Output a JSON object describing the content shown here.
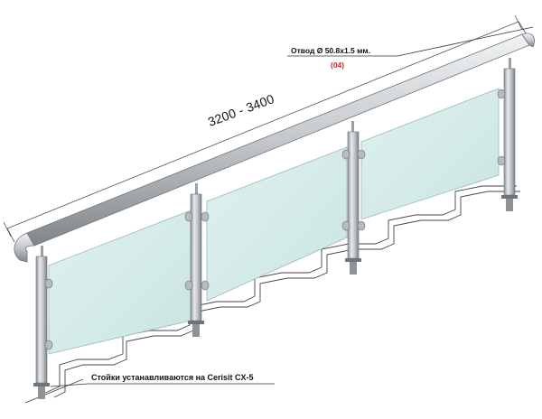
{
  "dimension": {
    "span_label": "3200 - 3400"
  },
  "callouts": {
    "elbow_label": "Отвод Ø 50.8x1.5 мм.",
    "elbow_code": "(04)",
    "posts_note": "Стойки устанавливаются на Cerisit CX-5"
  },
  "colors": {
    "steel_light": "#e6e8ea",
    "steel_mid": "#b9bdc1",
    "steel_dark": "#7c8186",
    "glass_fill": "#d3ebe9",
    "glass_edge": "#9cb8b6",
    "stair_line": "#444444",
    "accent_red": "#d32a2a"
  }
}
